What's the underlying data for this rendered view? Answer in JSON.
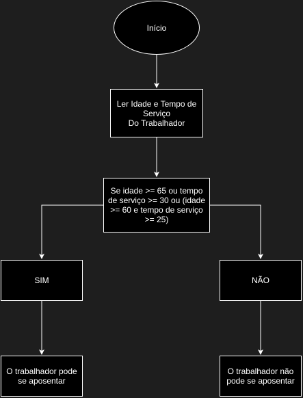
{
  "diagram": {
    "colors": {
      "background": "#1e1e1e",
      "node_fill": "#000000",
      "stroke": "#ffffff",
      "text": "#ffffff"
    },
    "nodes": {
      "start": "Início",
      "read_input": "Ler Idade e Tempo de Serviço\nDo Trabalhador",
      "decision": "Se idade >= 65 ou tempo de serviço >= 30 ou (idade >= 60 e tempo de serviço >= 25)",
      "yes": "SIM",
      "no": "NÃO",
      "yes_result": "O trabalhador pode se aposentar",
      "no_result": "O trabalhador não pode se aposentar"
    }
  }
}
